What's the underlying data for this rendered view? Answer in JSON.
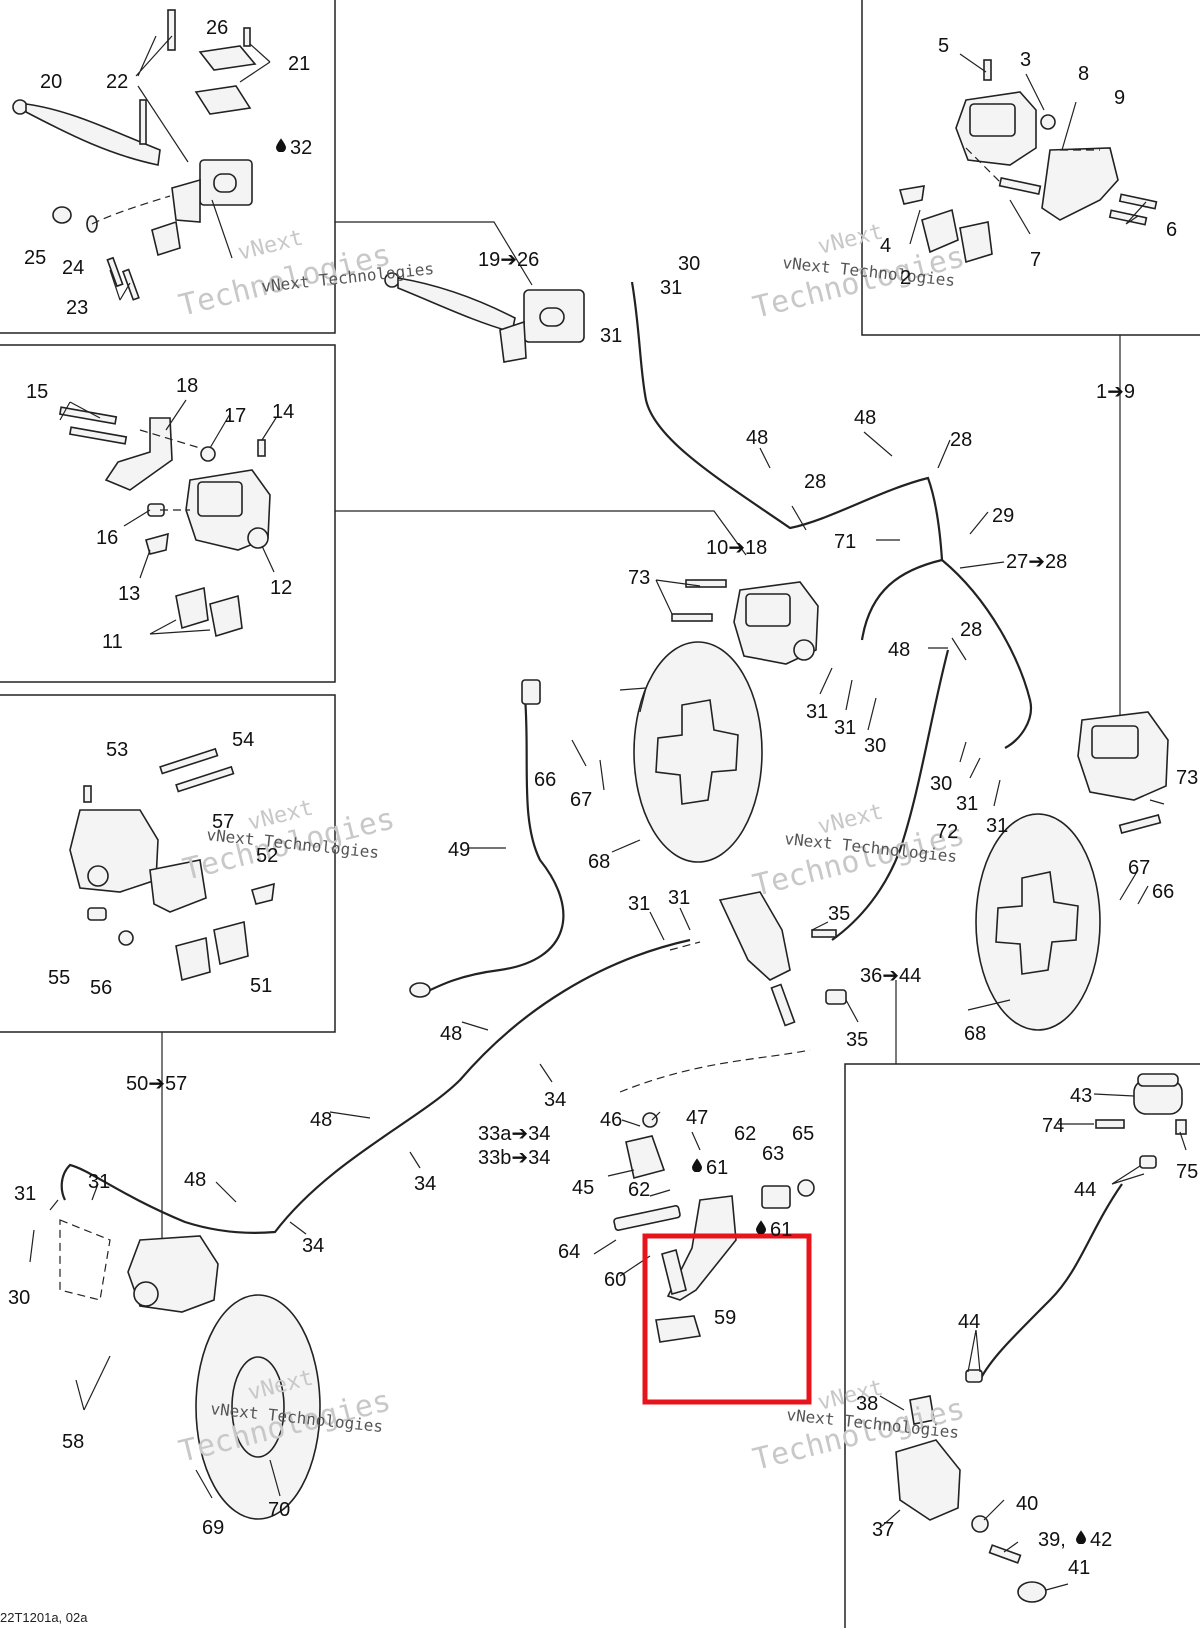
{
  "diagram_code": "22T1201a, 02a",
  "watermark": {
    "line1": "vNext",
    "line2": "Technologies",
    "small": "vNext Technologies"
  },
  "highlight_color": "#e8141c",
  "callouts": {
    "c20": "20",
    "c22": "22",
    "c26a": "26",
    "c21": "21",
    "c32": "32",
    "c25": "25",
    "c24": "24",
    "c23": "23",
    "c19_26": "19➔26",
    "c30a": "30",
    "c31a": "31",
    "c31b": "31",
    "c5": "5",
    "c3": "3",
    "c8": "8",
    "c9": "9",
    "c4": "4",
    "c2": "2",
    "c7": "7",
    "c6": "6",
    "c1_9": "1➔9",
    "c15": "15",
    "c18a": "18",
    "c17": "17",
    "c14": "14",
    "c16": "16",
    "c12": "12",
    "c13": "13",
    "c11": "11",
    "c48a": "48",
    "c48b": "48",
    "c28a": "28",
    "c28b": "28",
    "c29": "29",
    "c71": "71",
    "c27_28": "27➔28",
    "c10_18": "10➔18",
    "c73a": "73",
    "c48c": "48",
    "c28c": "28",
    "c31c": "31",
    "c31d": "31",
    "c30b": "30",
    "c66a": "66",
    "c67a": "67",
    "c68a": "68",
    "c49": "49",
    "c30c": "30",
    "c31e": "31",
    "c31f": "31",
    "c73b": "73",
    "c53": "53",
    "c54": "54",
    "c57": "57",
    "c52": "52",
    "c55": "55",
    "c56": "56",
    "c51": "51",
    "c72": "72",
    "c67b": "67",
    "c66b": "66",
    "c68b": "68",
    "c31g": "31",
    "c31h": "31",
    "c35a": "35",
    "c36_44": "36➔44",
    "c35b": "35",
    "c48d": "48",
    "c34a": "34",
    "c50_57": "50➔57",
    "c48e": "48",
    "c33a_34": "33a➔34",
    "c33b_34": "33b➔34",
    "c34b": "34",
    "c31i": "31",
    "c31j": "31",
    "c48f": "48",
    "c34c": "34",
    "c30d": "30",
    "c46": "46",
    "c47": "47",
    "c45": "45",
    "c61a": "61",
    "c62a": "62",
    "c63": "63",
    "c65": "65",
    "c62b": "62",
    "c61b": "61",
    "c64": "64",
    "c60": "60",
    "c59": "59",
    "c43": "43",
    "c74": "74",
    "c75": "75",
    "c44a": "44",
    "c44b": "44",
    "c38": "38",
    "c40": "40",
    "c37": "37",
    "c39_42": "39, ",
    "c42": "42",
    "c41": "41",
    "c58": "58",
    "c69": "69",
    "c70": "70"
  }
}
